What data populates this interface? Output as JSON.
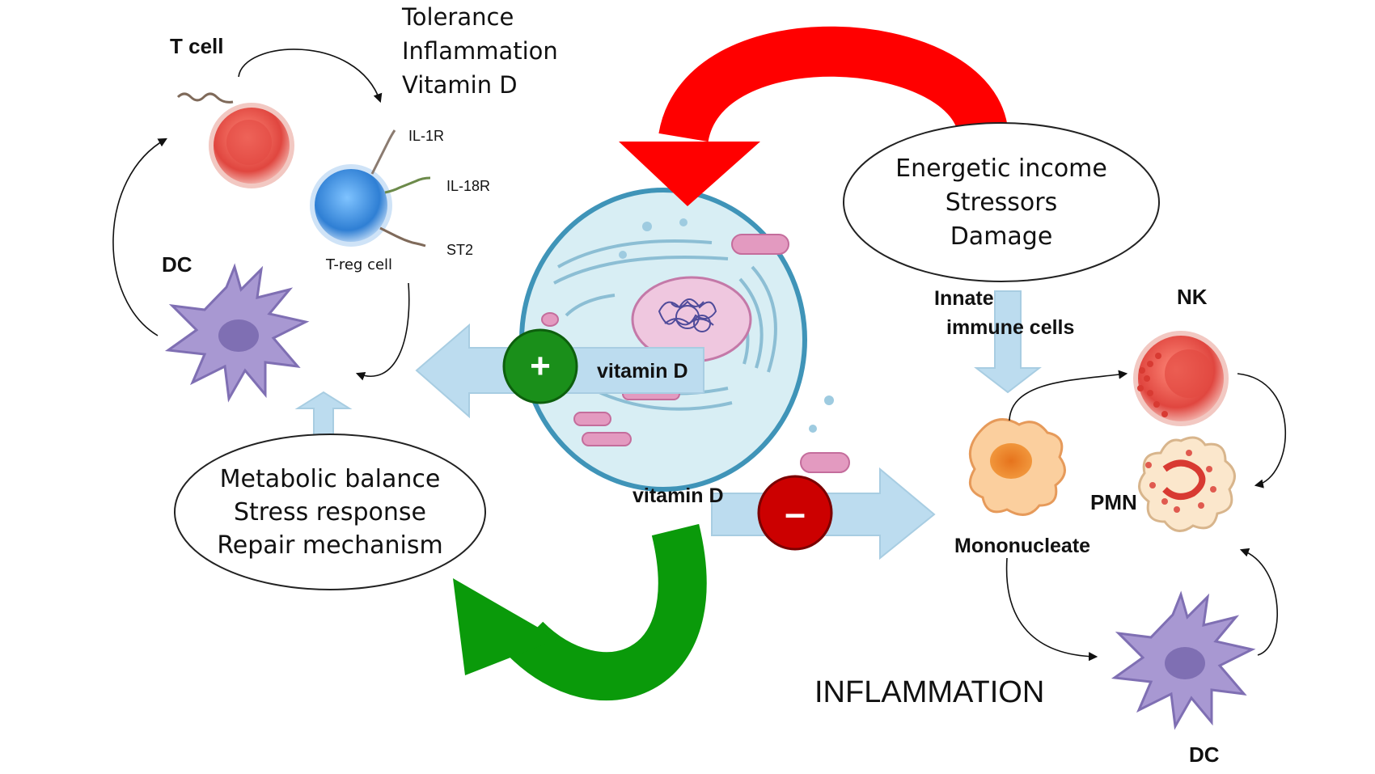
{
  "labels": {
    "t_cell": "T cell",
    "tolerance_list": [
      "Tolerance",
      "Inflammation",
      "Vitamin D"
    ],
    "il1r": "IL-1R",
    "il18r": "IL-18R",
    "st2": "ST2",
    "treg": "T-reg cell",
    "dc_left": "DC",
    "metabolic": [
      "Metabolic balance",
      "Stress response",
      "Repair mechanism"
    ],
    "energetic": [
      "Energetic income",
      "Stressors",
      "Damage"
    ],
    "innate": [
      "Innate",
      "immune cells"
    ],
    "nk": "NK",
    "pmn": "PMN",
    "mononucleate": "Mononucleate",
    "dc_right": "DC",
    "inflammation": "INFLAMMATION",
    "vitd_plus": "vitamin D",
    "vitd_minus": "vitamin D",
    "plus_sign": "+",
    "minus_sign": "–"
  },
  "colors": {
    "red_arrow": "#ff0000",
    "green_arrow": "#0a9a0a",
    "light_blue_arrow": "#bcdcef",
    "plus_badge": "#1a8f1a",
    "minus_badge": "#cc0000",
    "cell_membrane": "#3f94b8",
    "cell_fill": "#d8eef4",
    "nucleus": "#efc7df",
    "dc_purple": "#9b8cc9",
    "t_cell_red": "#e0463f",
    "treg_blue": "#2f7fd4",
    "mono_orange": "#f4a45a"
  }
}
